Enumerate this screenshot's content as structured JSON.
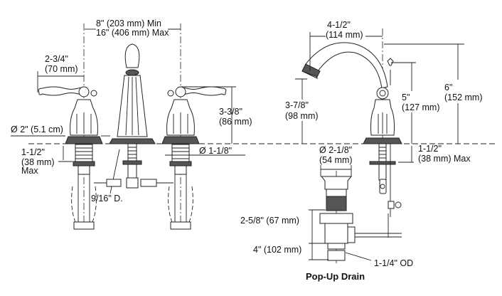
{
  "title": "Pop-Up Drain",
  "front_view": {
    "spread_min": "8\" (203 mm) Min",
    "spread_max": "16\" (406 mm) Max",
    "handle_reach_in": "2-3/4\"",
    "handle_reach_mm": "(70 mm)",
    "handle_height_in": "3-3/8\"",
    "handle_height_mm": "(86 mm)",
    "base_diameter": "Ø 2\" (5.1 cm)",
    "deck_in": "1-1/2\"",
    "deck_mm": "(38 mm)",
    "deck_max": "Max",
    "hole_diameter": "Ø 1-1/8\"",
    "connector": "9/16\" D."
  },
  "side_view": {
    "spout_reach_in": "4-1/2\"",
    "spout_reach_mm": "(114 mm)",
    "spout_height_in": "3-7/8\"",
    "spout_height_mm": "(98 mm)",
    "lift_height_in": "5\"",
    "lift_height_mm": "(127 mm)",
    "total_height_in": "6\"",
    "total_height_mm": "(152 mm)",
    "drain_diameter_in": "Ø 2-1/8\"",
    "drain_diameter_mm": "(54 mm)",
    "deck_in": "1-1/2\"",
    "deck_mm_max": "(38 mm) Max",
    "drain_body": "2-5/8\" (67 mm)",
    "drain_total": "4\" (102 mm)",
    "tailpiece": "1-1/4\" OD"
  }
}
